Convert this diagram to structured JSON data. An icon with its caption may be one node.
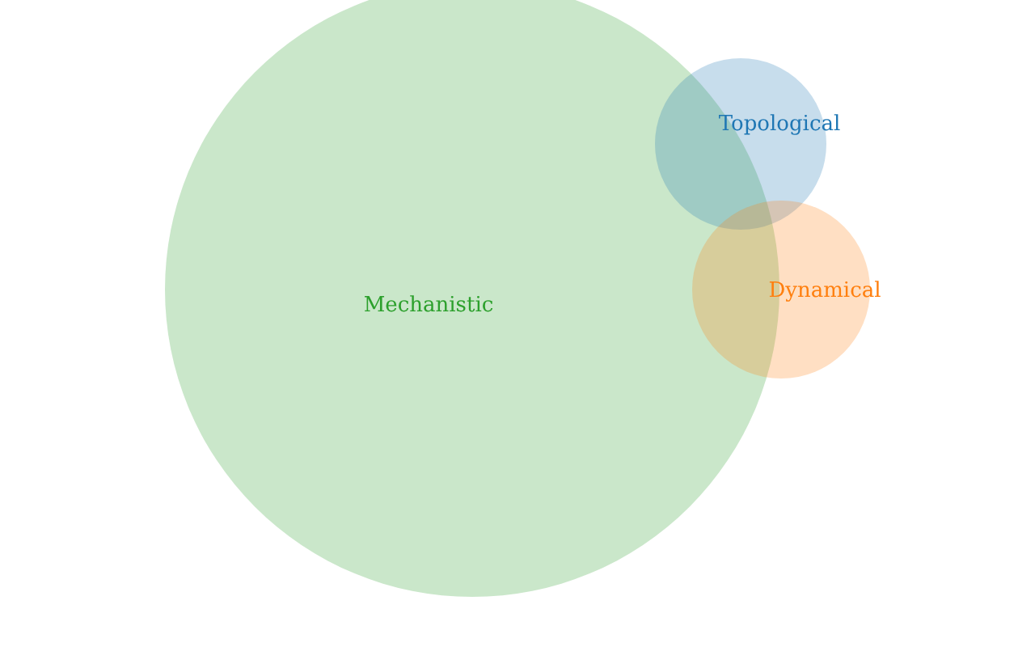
{
  "diagram": {
    "nodes": [
      {
        "text": [
          "Mechanistic"
        ]
      },
      {
        "text": [
          "Topological"
        ]
      },
      {
        "text": [
          "Dynamical"
        ]
      }
    ]
  }
}
